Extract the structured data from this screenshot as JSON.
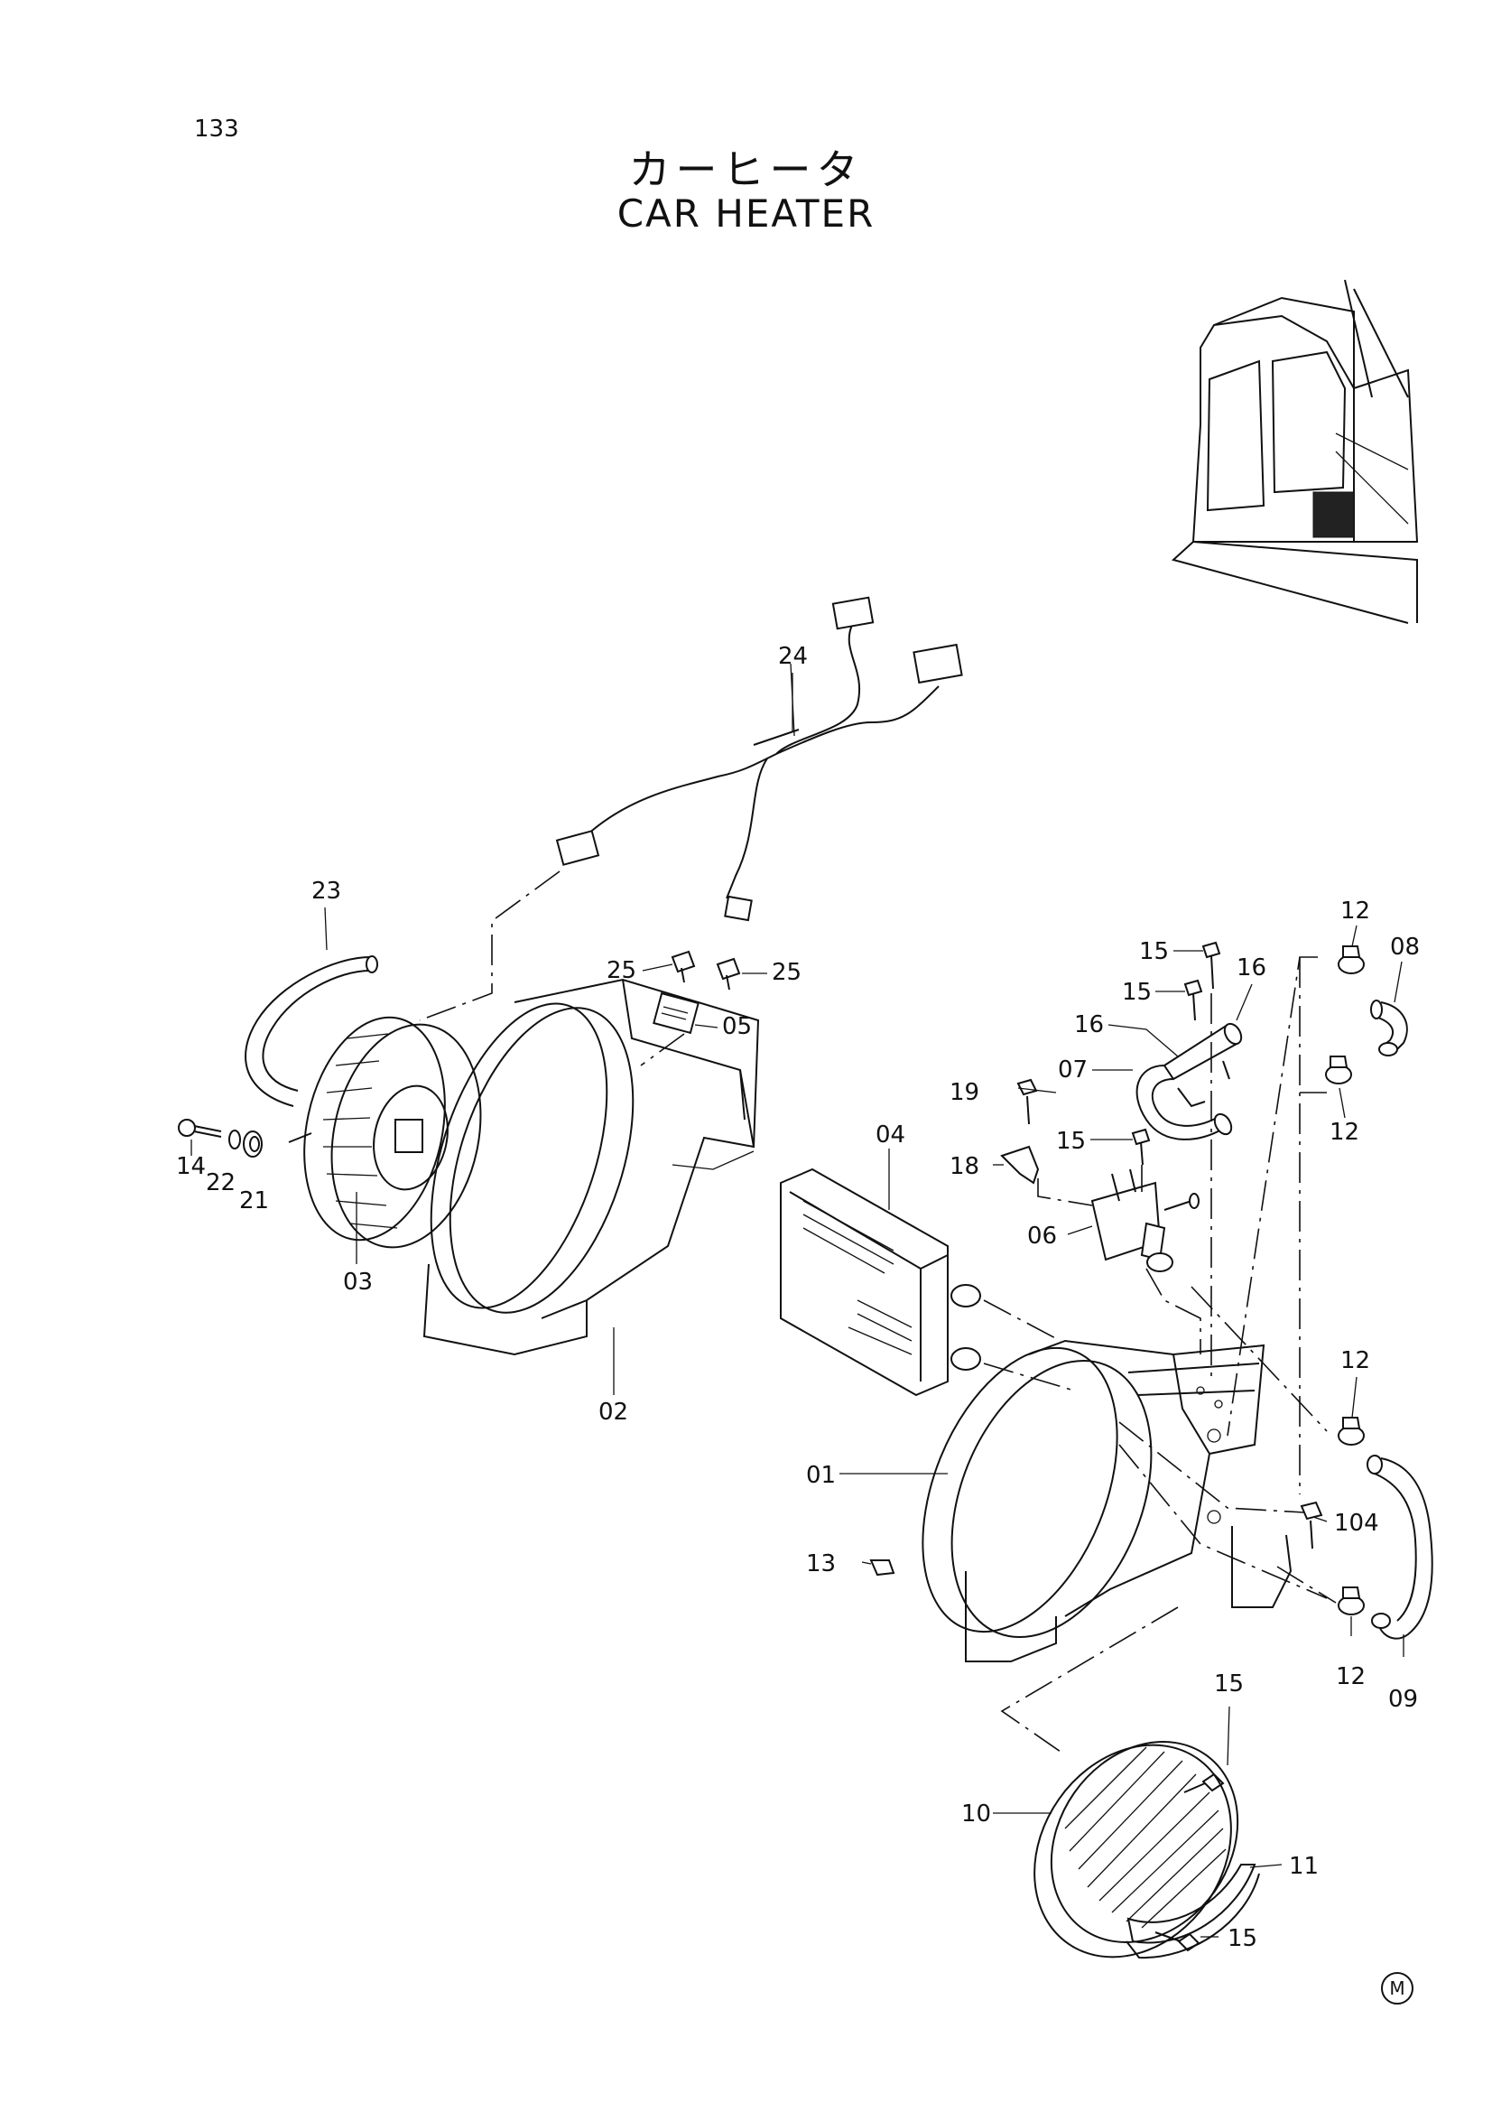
{
  "header": {
    "page_number": "133",
    "title_jp": "カーヒータ",
    "title_en": "CAR HEATER"
  },
  "callouts": [
    {
      "id": "c24",
      "text": "24"
    },
    {
      "id": "c23",
      "text": "23"
    },
    {
      "id": "c25a",
      "text": "25"
    },
    {
      "id": "c25b",
      "text": "25"
    },
    {
      "id": "c05",
      "text": "05"
    },
    {
      "id": "c14",
      "text": "14"
    },
    {
      "id": "c22",
      "text": "22"
    },
    {
      "id": "c21",
      "text": "21"
    },
    {
      "id": "c03",
      "text": "03"
    },
    {
      "id": "c02",
      "text": "02"
    },
    {
      "id": "c04",
      "text": "04"
    },
    {
      "id": "c01",
      "text": "01"
    },
    {
      "id": "c13",
      "text": "13"
    },
    {
      "id": "c19",
      "text": "19"
    },
    {
      "id": "c18",
      "text": "18"
    },
    {
      "id": "c15a",
      "text": "15"
    },
    {
      "id": "c15b",
      "text": "15"
    },
    {
      "id": "c15c",
      "text": "15"
    },
    {
      "id": "c15d",
      "text": "15"
    },
    {
      "id": "c15e",
      "text": "15"
    },
    {
      "id": "c16a",
      "text": "16"
    },
    {
      "id": "c16b",
      "text": "16"
    },
    {
      "id": "c07",
      "text": "07"
    },
    {
      "id": "c06",
      "text": "06"
    },
    {
      "id": "c12a",
      "text": "12"
    },
    {
      "id": "c12b",
      "text": "12"
    },
    {
      "id": "c12c",
      "text": "12"
    },
    {
      "id": "c12d",
      "text": "12"
    },
    {
      "id": "c08",
      "text": "08"
    },
    {
      "id": "c104",
      "text": "104"
    },
    {
      "id": "c09",
      "text": "09"
    },
    {
      "id": "c10",
      "text": "10"
    },
    {
      "id": "c11",
      "text": "11"
    }
  ],
  "footer": {
    "mark": "M"
  }
}
